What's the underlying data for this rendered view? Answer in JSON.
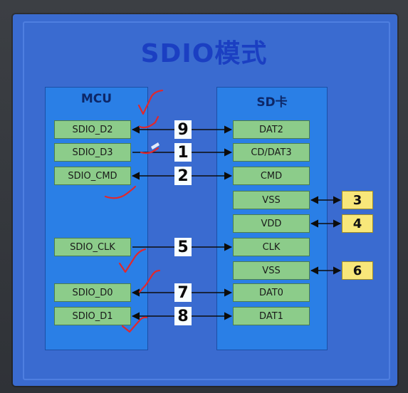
{
  "title": "SDIO模式",
  "mcu": {
    "label": "MCU",
    "pins": [
      "SDIO_D2",
      "SDIO_D3",
      "SDIO_CMD",
      "SDIO_CLK",
      "SDIO_D0",
      "SDIO_D1"
    ]
  },
  "sd": {
    "label": "SD卡",
    "pins": [
      "DAT2",
      "CD/DAT3",
      "CMD",
      "VSS",
      "VDD",
      "CLK",
      "VSS",
      "DAT0",
      "DAT1"
    ]
  },
  "connections": [
    {
      "mcu": "SDIO_D2",
      "sd": "DAT2",
      "number": "9"
    },
    {
      "mcu": "SDIO_D3",
      "sd": "CD/DAT3",
      "number": "1"
    },
    {
      "mcu": "SDIO_CMD",
      "sd": "CMD",
      "number": "2"
    },
    {
      "mcu": "SDIO_CLK",
      "sd": "CLK",
      "number": "5"
    },
    {
      "mcu": "SDIO_D0",
      "sd": "DAT0",
      "number": "7"
    },
    {
      "mcu": "SDIO_D1",
      "sd": "DAT1",
      "number": "8"
    }
  ],
  "power": [
    {
      "sd": "VSS",
      "number": "3"
    },
    {
      "sd": "VDD",
      "number": "4"
    },
    {
      "sd": "VSS",
      "number": "6"
    }
  ],
  "colors": {
    "slide": "#3a6bd0",
    "block": "#2a7fe6",
    "pin": "#8ccc8a",
    "power_box": "#f8e77a",
    "check_marks": "#e0282d",
    "title": "#1b3fc2"
  }
}
